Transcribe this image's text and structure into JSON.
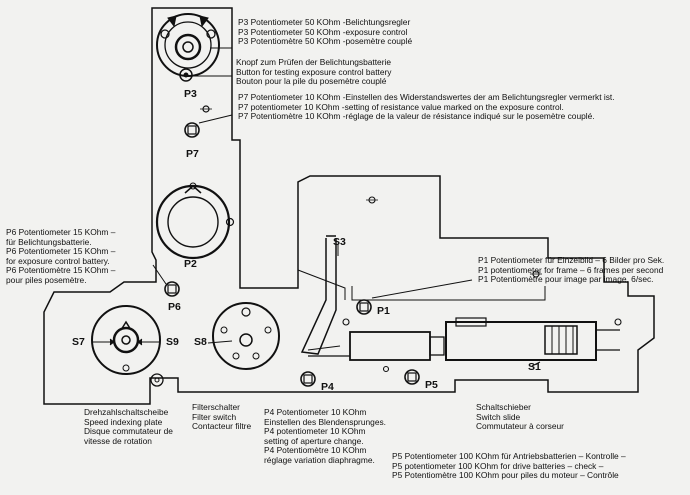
{
  "component_labels": {
    "p3": "P3",
    "p7": "P7",
    "p2": "P2",
    "p6": "P6",
    "s3": "S3",
    "p1": "P1",
    "s1": "S1",
    "p4": "P4",
    "p5": "P5",
    "s7": "S7",
    "s9": "S9",
    "s8": "S8"
  },
  "annotations": {
    "p3": [
      "P3 Potentiometer 50 KOhm -Belichtungsregler",
      "P3 Potentiometer 50 KOhm -exposure control",
      "P3 Potentiomètre 50 KOhm -posemètre couplé"
    ],
    "battery_button": [
      "Knopf zum Prüfen der Belichtungsbatterie",
      "Button for testing exposure control battery",
      "Bouton pour la pile du posemètre couplé"
    ],
    "p7": [
      "P7 Potentiometer 10 KOhm -Einstellen des Widerstandswertes der am Belichtungsregler vermerkt ist.",
      "P7 potentiometer 10 KOhm -setting of resistance value marked on the exposure control.",
      "P7 Potentiomètre 10 KOhm -réglage de la valeur de résistance indiqué sur le posemètre couplé."
    ],
    "p6": [
      "P6 Potentiometer 15 KOhm –",
      "für Belichtungsbatterie.",
      "P6 Potentiometer 15 KOhm –",
      "for exposure control battery.",
      "P6 Potentiomètre 15 KOhm –",
      "pour piles posemètre."
    ],
    "p1": [
      "P1 Potentiometer für Einzelbild – 6 Bilder pro Sek.",
      "P1 potentiometer for frame – 6 frames per second",
      "P1 Potentiomètre pour image par image, 6/sec."
    ],
    "speed_plate": [
      "Drehzahlschaltscheibe",
      "Speed indexing plate",
      "Disque commutateur de",
      "vitesse de rotation"
    ],
    "filter_switch": [
      "Filterschalter",
      "Filter switch",
      "Contacteur filtre"
    ],
    "p4": [
      "P4 Potentiometer 10 KOhm",
      "Einstellen des Blendensprunges.",
      "P4 potentiometer 10 KOhm",
      "setting of aperture change.",
      "P4 Potentiomètre 10 KOhm",
      "réglage variation diaphragme."
    ],
    "switch_slide": [
      "Schaltschieber",
      "Switch slide",
      "Commutateur à corseur"
    ],
    "p5": [
      "P5 Potentiometer 100 KOhm für Antriebsbatterien – Kontrolle –",
      "P5 potentiometer 100 KOhm for drive batteries – check –",
      "P5 Potentiomètre 100 KOhm pour piles du moteur – Contrôle"
    ]
  }
}
